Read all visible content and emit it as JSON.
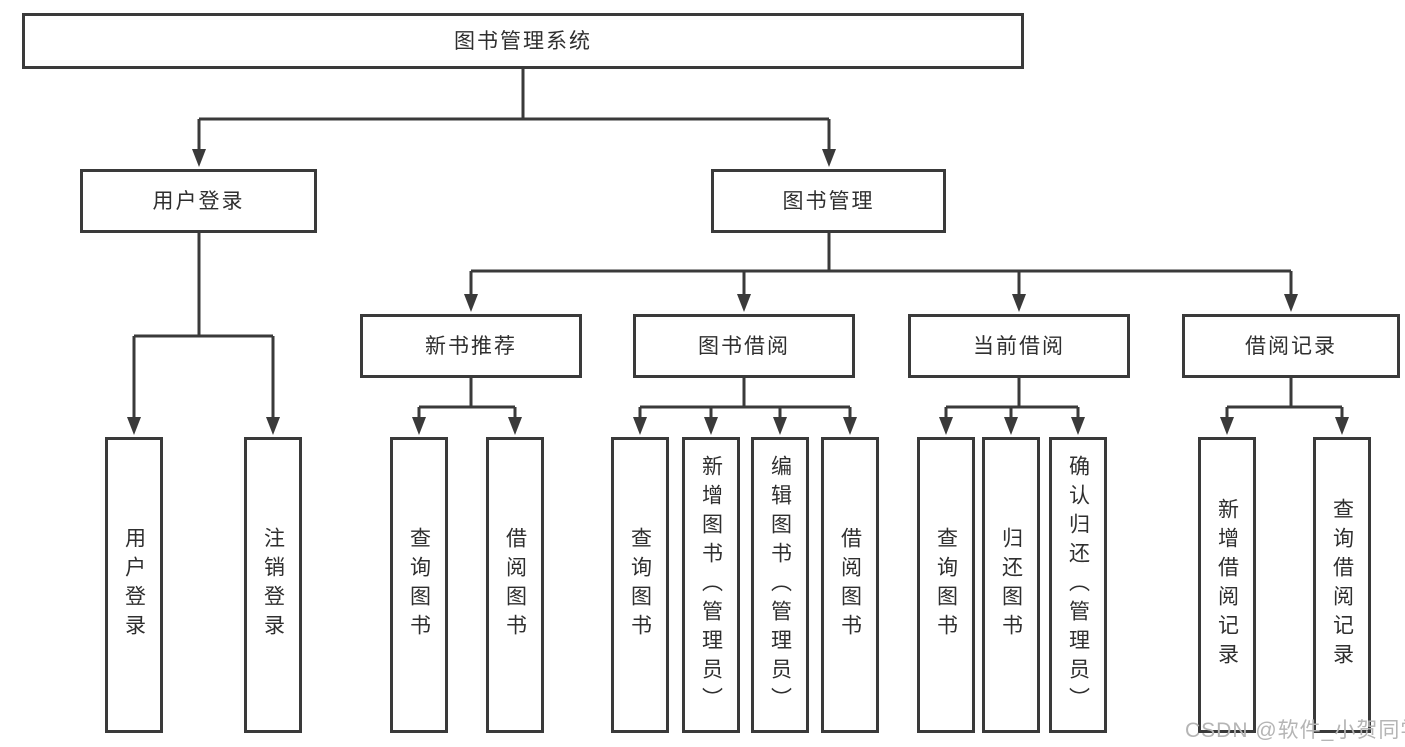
{
  "colors": {
    "background": "#ffffff",
    "line": "#3a3a3a",
    "box_border": "#3a3a3a",
    "text": "#2f2f2f",
    "watermark": "#b5b5b5"
  },
  "tree": {
    "root": "图书管理系统",
    "branches": [
      {
        "label": "用户登录",
        "children": [
          "用户登录",
          "注销登录"
        ]
      },
      {
        "label": "图书管理",
        "groups": [
          {
            "label": "新书推荐",
            "children": [
              "查询图书",
              "借阅图书"
            ]
          },
          {
            "label": "图书借阅",
            "children": [
              "查询图书",
              "新增图书（管理员）",
              "编辑图书（管理员）",
              "借阅图书"
            ]
          },
          {
            "label": "当前借阅",
            "children": [
              "查询图书",
              "归还图书",
              "确认归还（管理员）"
            ]
          },
          {
            "label": "借阅记录",
            "children": [
              "新增借阅记录",
              "查询借阅记录"
            ]
          }
        ]
      }
    ]
  },
  "watermark": "CSDN @软件_小贺同学"
}
